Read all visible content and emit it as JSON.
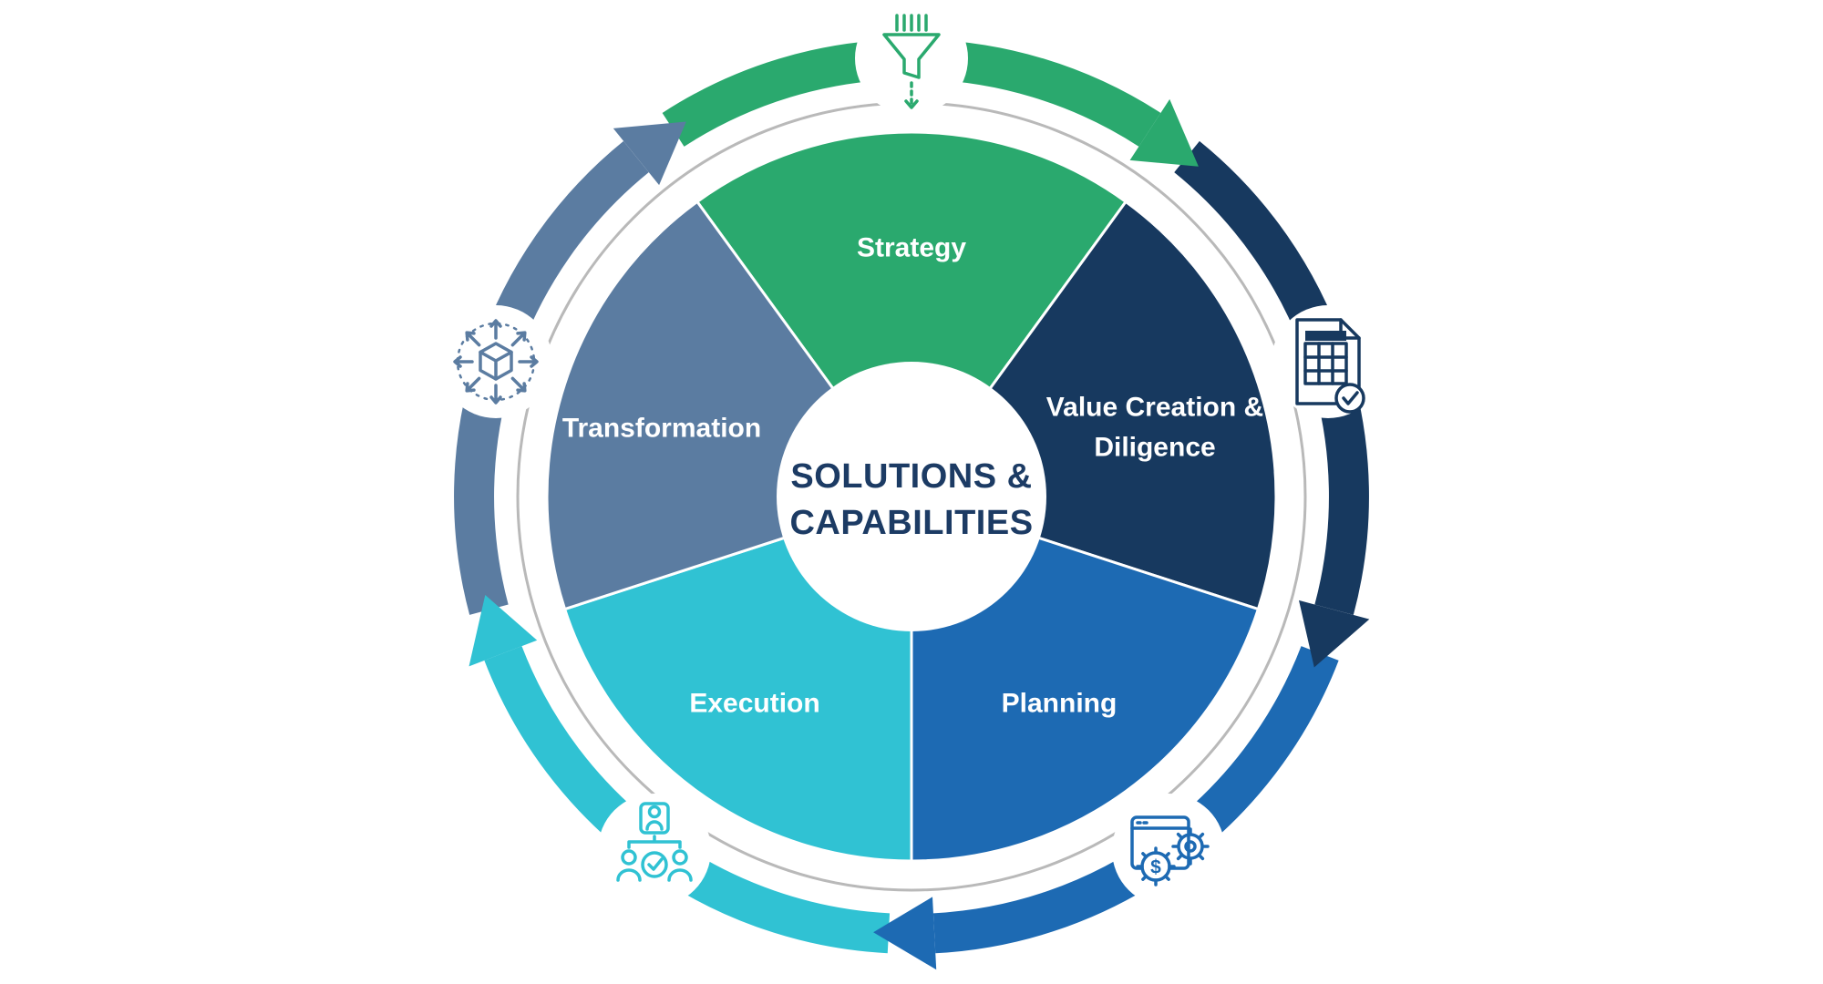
{
  "diagram": {
    "title": {
      "line1": "SOLUTIONS &",
      "line2": "CAPABILITIES"
    },
    "theme": {
      "background": "#ffffff",
      "title_color": "#1c3b64",
      "label_color": "#ffffff",
      "ring_color": "#b9b9b9"
    },
    "segments": [
      {
        "id": "strategy",
        "label": "Strategy",
        "color": "#2aa96e",
        "icon": "funnel-icon"
      },
      {
        "id": "value-creation-diligence",
        "label": "Value Creation & Diligence",
        "label_lines": [
          "Value Creation &",
          "Diligence"
        ],
        "color": "#17395f",
        "icon": "spreadsheet-check-icon"
      },
      {
        "id": "planning",
        "label": "Planning",
        "color": "#1d6ab3",
        "icon": "finance-gear-icon",
        "icon_text": "$"
      },
      {
        "id": "execution",
        "label": "Execution",
        "color": "#30c2d3",
        "icon": "team-check-icon"
      },
      {
        "id": "transformation",
        "label": "Transformation",
        "color": "#5b7ca1",
        "icon": "cube-expand-icon"
      }
    ]
  }
}
